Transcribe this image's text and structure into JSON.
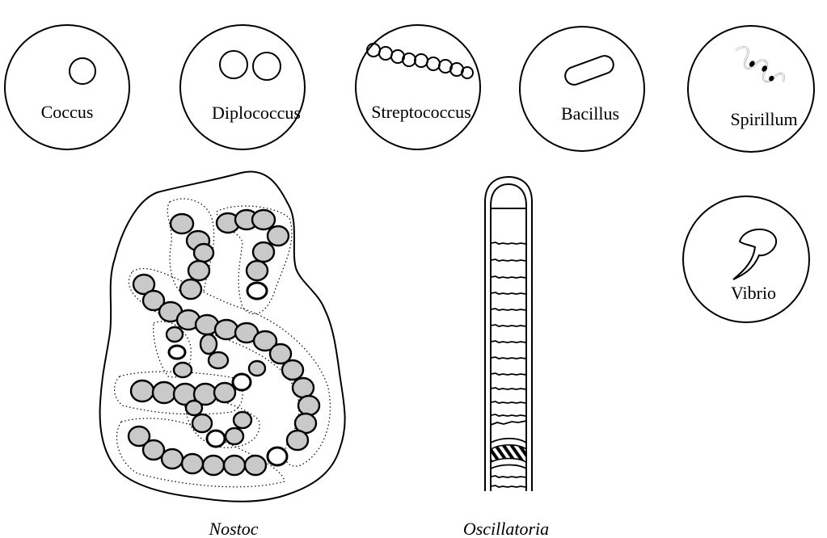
{
  "shapes": [
    {
      "id": "coccus",
      "label": "Coccus",
      "icon": "coccus-icon"
    },
    {
      "id": "diplococcus",
      "label": "Diplococcus",
      "icon": "diplococcus-icon"
    },
    {
      "id": "streptococcus",
      "label": "Streptococcus",
      "icon": "streptococcus-icon"
    },
    {
      "id": "bacillus",
      "label": "Bacillus",
      "icon": "bacillus-icon"
    },
    {
      "id": "spirillum",
      "label": "Spirillum",
      "icon": "spirillum-icon"
    },
    {
      "id": "vibrio",
      "label": "Vibrio",
      "icon": "vibrio-icon"
    }
  ],
  "organisms": [
    {
      "id": "nostoc",
      "caption": "Nostoc",
      "icon": "nostoc-colony-icon"
    },
    {
      "id": "oscillatoria",
      "caption": "Oscillatoria",
      "icon": "oscillatoria-filament-icon"
    }
  ]
}
